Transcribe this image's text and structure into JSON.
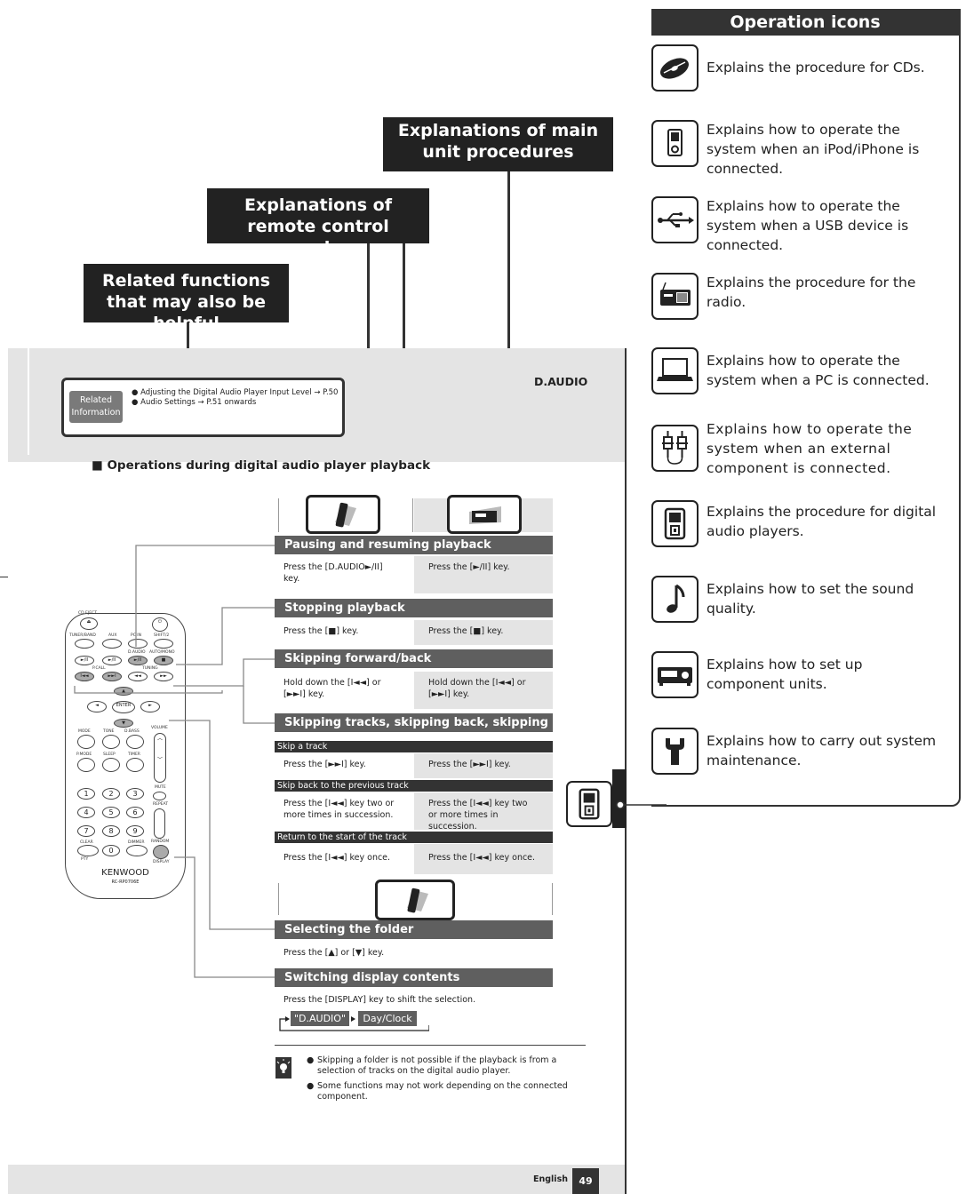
{
  "callouts": {
    "main_unit": "Explanations of main unit procedures",
    "remote": "Explanations of remote control procedures",
    "related": "Related functions that may also be helpful"
  },
  "operation_icons": {
    "title": "Operation icons",
    "items": [
      {
        "icon": "cd-icon",
        "text": "Explains the procedure for CDs."
      },
      {
        "icon": "ipod-icon",
        "text": "Explains how to operate the system when an iPod/iPhone is connected."
      },
      {
        "icon": "usb-icon",
        "text": "Explains how to operate the system when a USB device is connected."
      },
      {
        "icon": "radio-icon",
        "text": "Explains the procedure for the radio."
      },
      {
        "icon": "pc-icon",
        "text": "Explains how to operate the system when a PC is connected."
      },
      {
        "icon": "external-component-icon",
        "text": "Explains how to operate the system when an external component is connected."
      },
      {
        "icon": "digital-audio-player-icon",
        "text": "Explains the procedure for digital audio players."
      },
      {
        "icon": "music-note-icon",
        "text": "Explains how to set the sound quality."
      },
      {
        "icon": "component-unit-icon",
        "text": "Explains how to set up component units."
      },
      {
        "icon": "wrench-icon",
        "text": "Explains how to carry out system maintenance."
      }
    ]
  },
  "page": {
    "section": "D.AUDIO",
    "related_label_1": "Related",
    "related_label_2": "Information",
    "related_items": [
      "Adjusting the Digital Audio Player Input Level → P.50",
      "Audio Settings → P.51 onwards"
    ],
    "heading": "■ Operations during digital audio player playback",
    "rows": {
      "pause_title": "Pausing and resuming playback",
      "pause_remote": "Press the [D.AUDIO►/II] key.",
      "pause_main": "Press the [►/II] key.",
      "stop_title": "Stopping playback",
      "stop_remote": "Press the [■] key.",
      "stop_main": "Press the [■] key.",
      "skipfb_title": "Skipping forward/back",
      "skipfb_remote": "Hold down the [I◄◄] or [►►I] key.",
      "skipfb_main": "Hold down the [I◄◄] or [►►I] key.",
      "tracks_title": "Skipping tracks, skipping back, skipping to the start",
      "sub1": "Skip a track",
      "sub1_remote": "Press the [►►I] key.",
      "sub1_main": "Press the [►►I] key.",
      "sub2": "Skip back to the previous track",
      "sub2_remote": "Press the [I◄◄] key two or more times in succession.",
      "sub2_main": "Press the [I◄◄] key two or more times in succession.",
      "sub3": "Return to the start of the track",
      "sub3_remote": "Press the [I◄◄] key once.",
      "sub3_main": "Press the [I◄◄] key once.",
      "folder_title": "Selecting the folder",
      "folder_remote": "Press the [▲] or [▼] key.",
      "display_title": "Switching display contents",
      "display_remote": "Press the [DISPLAY] key to shift the selection.",
      "display_opt1": "\"D.AUDIO\"",
      "display_opt2": "Day/Clock"
    },
    "notes": [
      "Skipping a folder is not possible if the playback is from a selection of tracks on the digital audio player.",
      "Some functions may not work depending on the connected component."
    ],
    "footer_lang": "English",
    "page_number": "49"
  },
  "remote_control": {
    "brand": "KENWOOD",
    "model": "RC-RP0706E",
    "labels": [
      "CD EJECT",
      "TUNER/BAND",
      "AUX",
      "PC IN",
      "SHIFT/2",
      "D.AUDIO",
      "AUTO/MONO",
      "P.CALL",
      "TUNING",
      "ENTER",
      "MODE",
      "TONE",
      "D.BASS",
      "VOLUME",
      "P.MODE",
      "SLEEP",
      "TIMER",
      "MUTE",
      "REPEAT",
      "CLEAR",
      "DIMMER",
      "RANDOM",
      "PTY",
      "DISPLAY"
    ],
    "numbers": [
      "1",
      "2",
      "3",
      "4",
      "5",
      "6",
      "7",
      "8",
      "9",
      "0"
    ]
  }
}
